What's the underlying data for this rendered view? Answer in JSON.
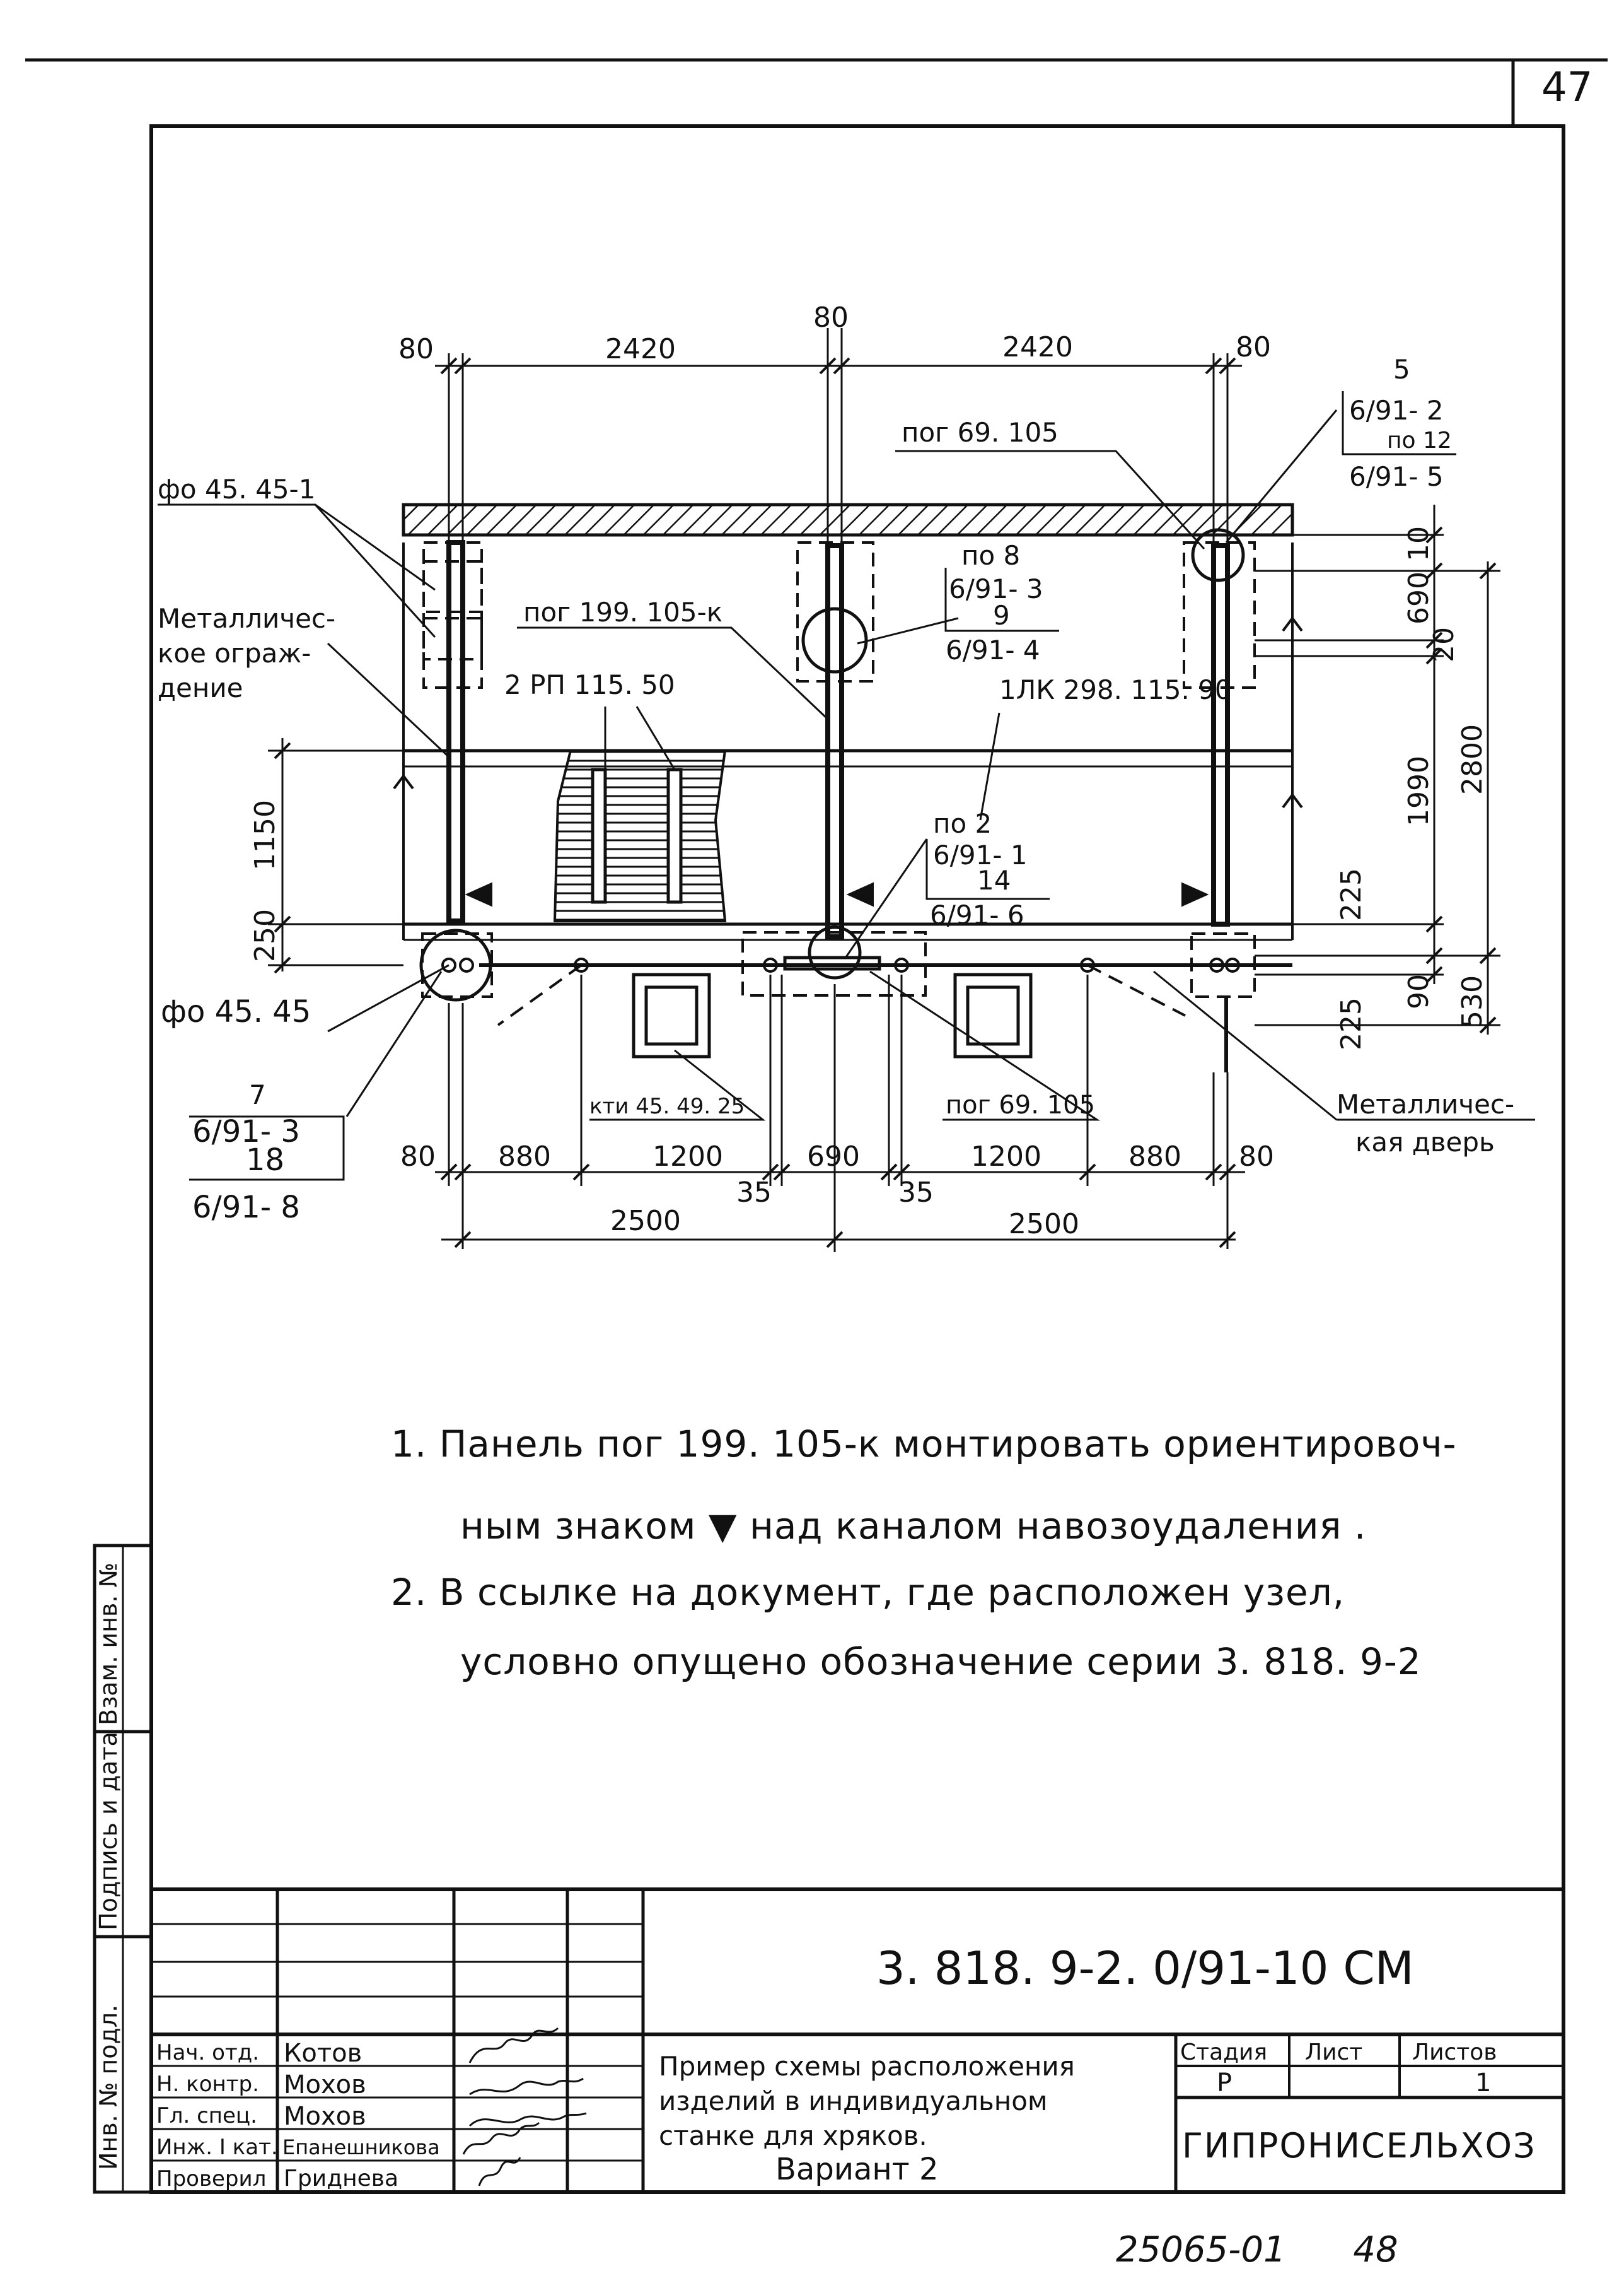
{
  "page_number": "47",
  "drawing": {
    "dims_top": [
      "80",
      "2420",
      "80",
      "2420",
      "80"
    ],
    "dims_bottom_row1": [
      "80",
      "880",
      "1200",
      "690",
      "1200",
      "880",
      "80"
    ],
    "dims_gap_left": "35",
    "dims_gap_right": "35",
    "dims_bottom_row2": [
      "2500",
      "2500"
    ],
    "dims_left_1150": "1150",
    "dims_left_250": "250",
    "dims_right": [
      "10",
      "690",
      "20",
      "1990",
      "2800",
      "225",
      "90",
      "225",
      "530"
    ],
    "label_fo_top": "фо 45. 45-1",
    "label_fence": [
      "Металличес-",
      "кое ограж-",
      "дение"
    ],
    "label_pog_center": "пог 199. 105-к",
    "label_rp": "2 РП 115. 50",
    "label_lk": "1ЛК 298. 115. 90",
    "label_pog_top": "пог 69. 105",
    "label_node5": {
      "num": "5",
      "ref": "6/91- 2",
      "sub": "по 12",
      "bottom": "6/91- 5"
    },
    "label_node8": {
      "num": "по 8",
      "ref": "6/91- 3",
      "sub": "9",
      "bottom": "6/91- 4"
    },
    "label_node2": {
      "num": "по 2",
      "ref": "6/91- 1",
      "sub": "14",
      "bottom": "6/91- 6"
    },
    "label_fo_bottom": "фо 45. 45",
    "label_node7": {
      "num": "7",
      "ref": "6/91- 3",
      "sub": "18",
      "bottom": "6/91- 8"
    },
    "label_kti": "кти 45. 49. 25",
    "label_pog_bottom": "пог 69. 105",
    "label_door": [
      "Металличес-",
      "кая дверь"
    ]
  },
  "notes": [
    "1.  Панель пог 199. 105-к монтировать ориентировоч-",
    "ным знаком ▼ над каналом навозоудаления .",
    "2.  В ссылке на документ, где расположен узел,",
    "условно опущено обозначение серии 3. 818. 9-2"
  ],
  "side_stamps": [
    "Инв. № подл.",
    "Подпись и дата",
    "Взам. инв. №"
  ],
  "title_block": {
    "designation": "3. 818. 9-2. 0/91-10 СМ",
    "roles": [
      "Нач. отд.",
      "Н. контр.",
      "Гл. спец.",
      "Инж. I кат.",
      "Проверил"
    ],
    "names": [
      "Котов",
      "Мохов",
      "Мохов",
      "Епанешникова",
      "Гриднева"
    ],
    "title_lines": [
      "Пример схемы расположения",
      "изделий в индивидуальном",
      "станке для хряков.",
      "Вариант 2"
    ],
    "stage_label": "Стадия",
    "sheet_label": "Лист",
    "sheets_label": "Листов",
    "stage": "Р",
    "sheet": "",
    "sheets": "1",
    "organization": "ГИПРОНИСЕЛЬХОЗ"
  },
  "footer": "25065-01      48"
}
